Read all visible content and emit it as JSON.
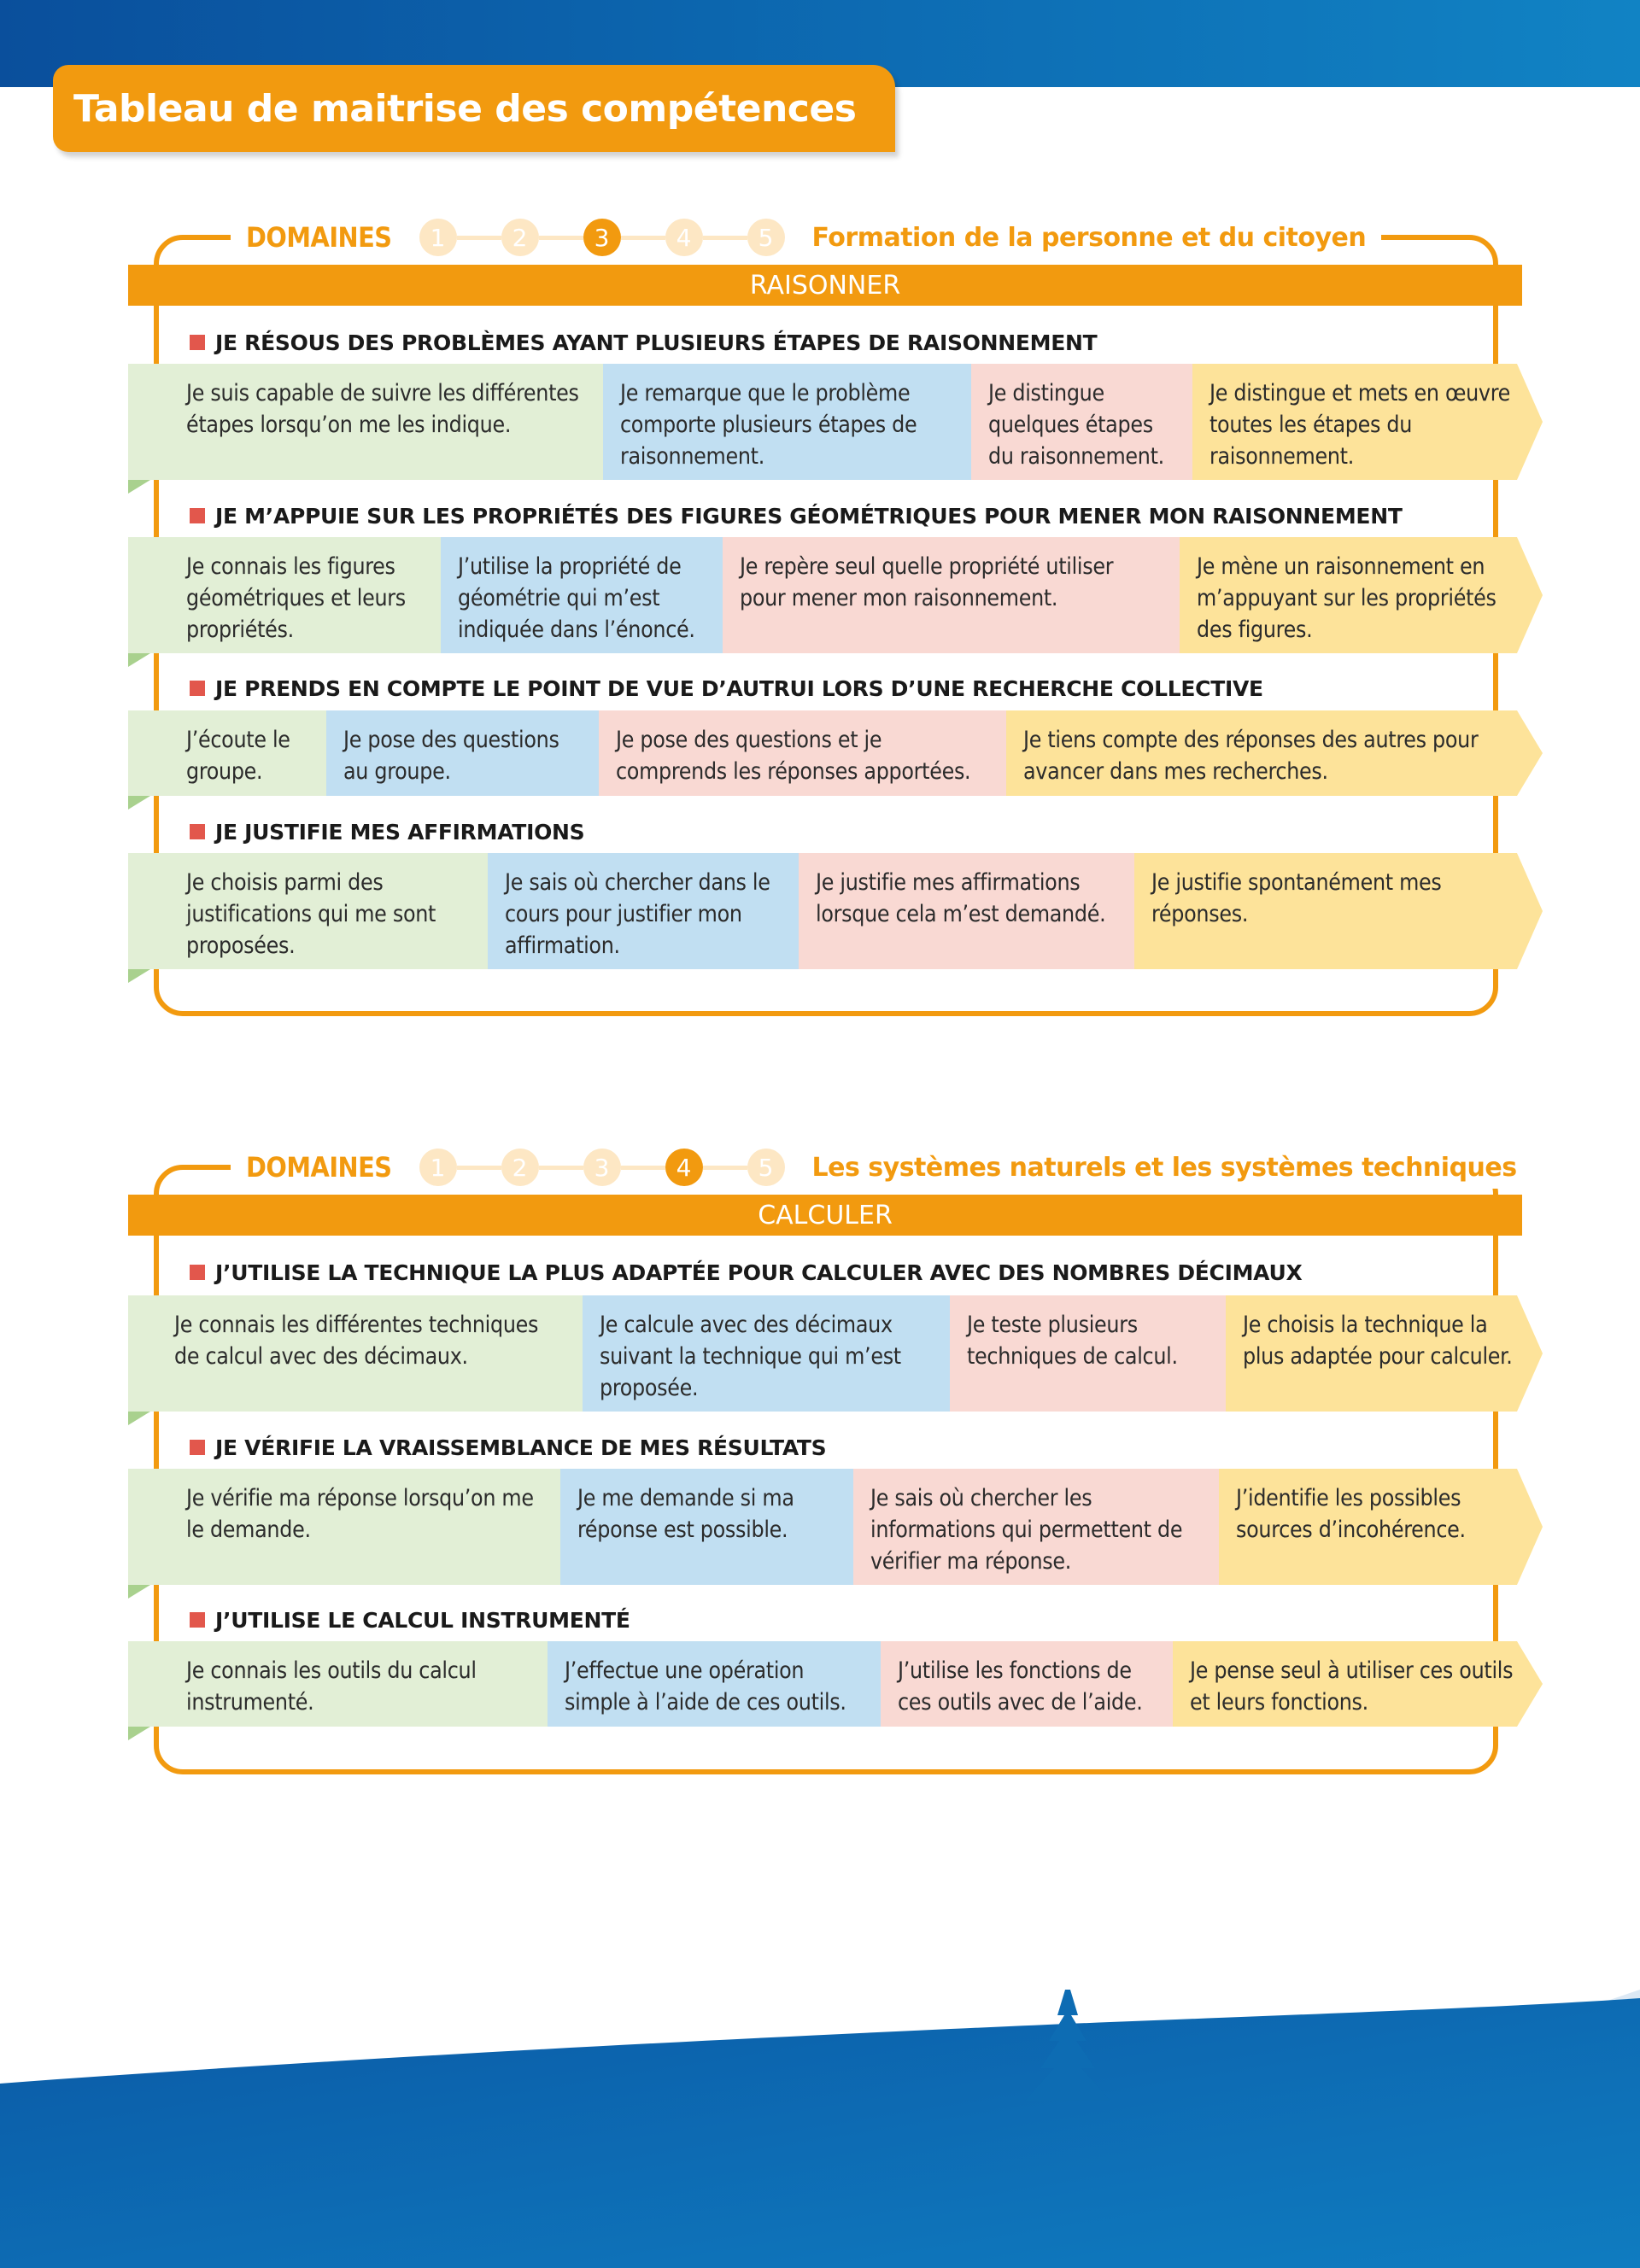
{
  "page_title": "Tableau de maitrise des compétences",
  "sections": [
    {
      "domaines_label": "DOMAINES",
      "domain_numbers": [
        "1",
        "2",
        "3",
        "4",
        "5"
      ],
      "active_domain": "3",
      "domain_name": "Formation de la personne et du citoyen",
      "band_label": "RAISONNER",
      "competences": [
        {
          "title": "JE RÉSOUS DES PROBLÈMES AYANT PLUSIEURS ÉTAPES DE RAISONNEMENT",
          "levels": [
            "Je suis capable de suivre les différentes étapes lorsqu’on me les indique.",
            "Je remarque que le problème comporte plusieurs étapes de raisonnement.",
            "Je distingue quelques étapes du raisonnement.",
            "Je distingue et mets en œuvre toutes les étapes du raisonnement."
          ]
        },
        {
          "title": "JE M’APPUIE SUR LES PROPRIÉTÉS DES FIGURES GÉOMÉTRIQUES POUR MENER MON RAISONNEMENT",
          "levels": [
            "Je connais les figures géométriques et leurs propriétés.",
            "J’utilise la propriété de géométrie qui m’est indiquée dans l’énoncé.",
            "Je repère seul quelle propriété utiliser pour mener mon raisonnement.",
            "Je mène un raisonnement en m’appuyant sur les propriétés des figures."
          ]
        },
        {
          "title": "JE PRENDS EN COMPTE LE POINT DE VUE D’AUTRUI LORS D’UNE RECHERCHE COLLECTIVE",
          "levels": [
            "J’écoute le groupe.",
            "Je pose des questions au groupe.",
            "Je pose des questions et je comprends les réponses apportées.",
            "Je tiens compte des réponses des autres pour avancer dans mes recherches."
          ]
        },
        {
          "title": "JE JUSTIFIE MES AFFIRMATIONS",
          "levels": [
            "Je choisis parmi des justifications qui me sont proposées.",
            "Je sais où chercher dans le cours pour justifier mon affirmation.",
            "Je justifie mes affirmations lorsque cela m’est demandé.",
            "Je justifie spontanément mes réponses."
          ]
        }
      ]
    },
    {
      "domaines_label": "DOMAINES",
      "domain_numbers": [
        "1",
        "2",
        "3",
        "4",
        "5"
      ],
      "active_domain": "4",
      "domain_name": "Les systèmes naturels et les systèmes techniques",
      "band_label": "CALCULER",
      "competences": [
        {
          "title": "J’UTILISE LA TECHNIQUE LA PLUS ADAPTÉE POUR CALCULER AVEC DES NOMBRES DÉCIMAUX",
          "levels": [
            "Je connais les différentes techniques de calcul avec des décimaux.",
            "Je calcule avec des décimaux suivant la technique qui m’est proposée.",
            "Je teste plusieurs techniques de calcul.",
            "Je choisis la technique la plus adaptée pour calculer."
          ]
        },
        {
          "title": "JE VÉRIFIE LA VRAISSEMBLANCE DE MES RÉSULTATS",
          "levels": [
            "Je vérifie ma réponse lorsqu’on me le demande.",
            "Je me demande si ma réponse est possible.",
            "Je sais où chercher les informations qui permettent de vérifier ma réponse.",
            "J’identifie les possibles sources d’incohérence."
          ]
        },
        {
          "title": "J’UTILISE LE CALCUL INSTRUMENTÉ",
          "levels": [
            "Je connais les outils du calcul instrumenté.",
            "J’effectue une opération simple à l’aide de ces outils.",
            "J’utilise les fonctions de ces outils avec de l’aide.",
            "Je pense seul à utiliser ces outils et leurs fonctions."
          ]
        }
      ]
    }
  ],
  "colors": {
    "orange": "#f29a0f",
    "level1": "#e2efd6",
    "level2": "#c1dff2",
    "level3": "#f9d9d3",
    "level4": "#fde39a",
    "blue": "#0d6cb3"
  },
  "icons": {
    "bottom": "fir-tree-icon"
  }
}
